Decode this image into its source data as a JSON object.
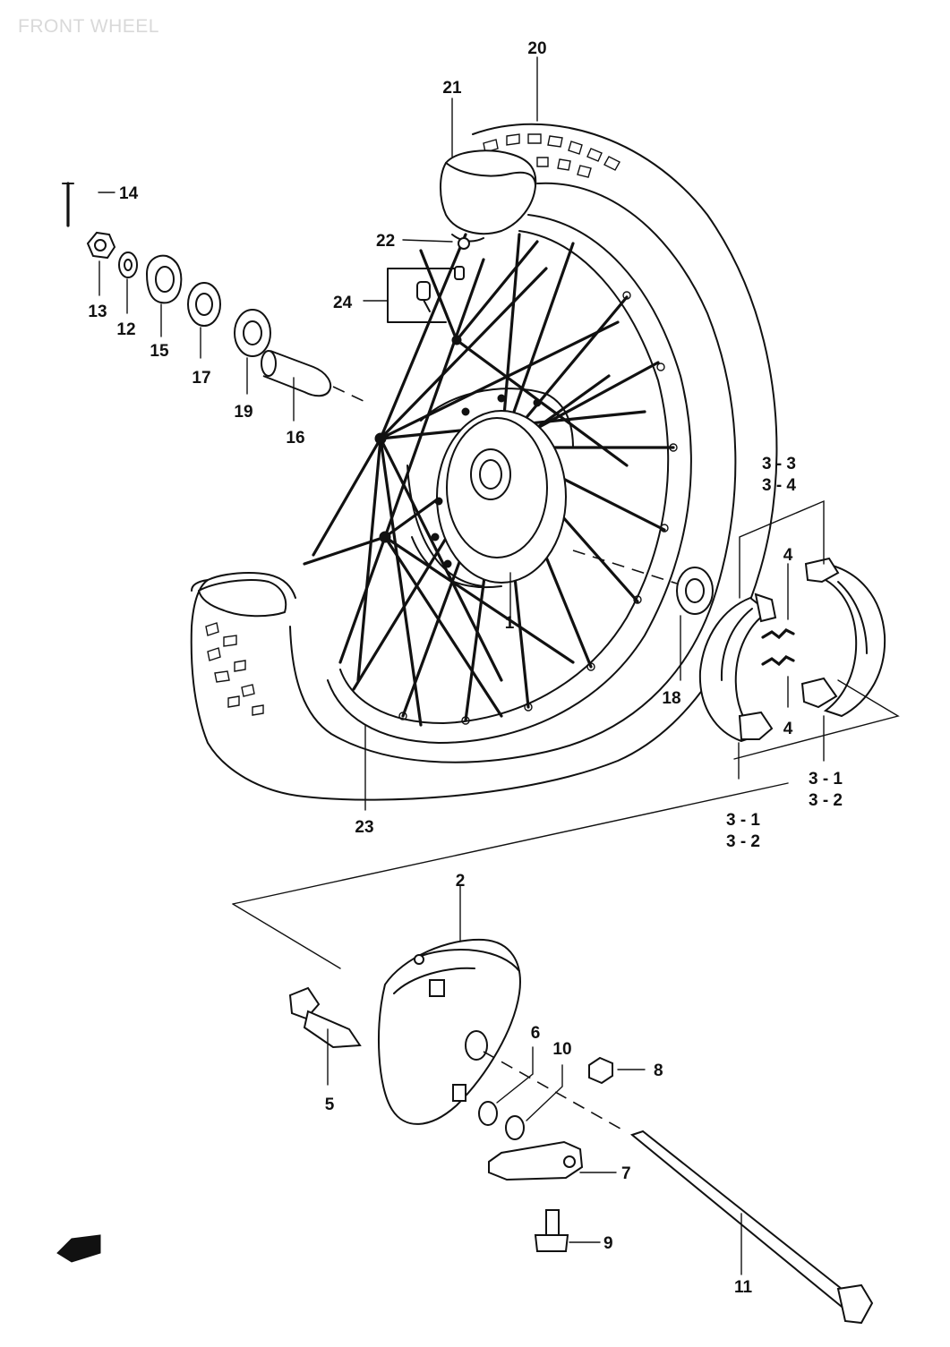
{
  "title": "FRONT WHEEL",
  "callouts": [
    {
      "id": "c20",
      "text": "20"
    },
    {
      "id": "c21",
      "text": "21"
    },
    {
      "id": "c14",
      "text": "14"
    },
    {
      "id": "c22",
      "text": "22"
    },
    {
      "id": "c24",
      "text": "24"
    },
    {
      "id": "c13",
      "text": "13"
    },
    {
      "id": "c12",
      "text": "12"
    },
    {
      "id": "c15",
      "text": "15"
    },
    {
      "id": "c17",
      "text": "17"
    },
    {
      "id": "c19",
      "text": "19"
    },
    {
      "id": "c16",
      "text": "16"
    },
    {
      "id": "c1",
      "text": "1"
    },
    {
      "id": "c33",
      "text": "3 - 3"
    },
    {
      "id": "c34",
      "text": "3 - 4"
    },
    {
      "id": "c4a",
      "text": "4"
    },
    {
      "id": "c4b",
      "text": "4"
    },
    {
      "id": "c18",
      "text": "18"
    },
    {
      "id": "c31a",
      "text": "3 - 1"
    },
    {
      "id": "c32a",
      "text": "3 - 2"
    },
    {
      "id": "c31b",
      "text": "3 - 1"
    },
    {
      "id": "c32b",
      "text": "3 - 2"
    },
    {
      "id": "c23",
      "text": "23"
    },
    {
      "id": "c2",
      "text": "2"
    },
    {
      "id": "c6",
      "text": "6"
    },
    {
      "id": "c10",
      "text": "10"
    },
    {
      "id": "c8",
      "text": "8"
    },
    {
      "id": "c5",
      "text": "5"
    },
    {
      "id": "c7",
      "text": "7"
    },
    {
      "id": "c9",
      "text": "9"
    },
    {
      "id": "c11",
      "text": "11"
    }
  ]
}
